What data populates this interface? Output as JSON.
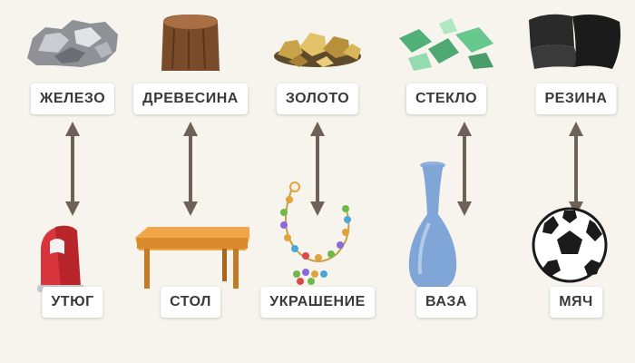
{
  "pairs": [
    {
      "material": "ЖЕЛЕЗО",
      "object": "УТЮГ",
      "material_icon": "iron-ore-icon",
      "object_icon": "clothes-iron-icon"
    },
    {
      "material": "ДРЕВЕСИНА",
      "object": "СТОЛ",
      "material_icon": "wood-log-icon",
      "object_icon": "table-icon"
    },
    {
      "material": "ЗОЛОТО",
      "object": "УКРАШЕНИЕ",
      "material_icon": "gold-nuggets-icon",
      "object_icon": "bead-necklace-icon"
    },
    {
      "material": "СТЕКЛО",
      "object": "ВАЗА",
      "material_icon": "glass-shards-icon",
      "object_icon": "vase-icon"
    },
    {
      "material": "РЕЗИНА",
      "object": "МЯЧ",
      "material_icon": "rubber-sheet-icon",
      "object_icon": "soccer-ball-icon"
    }
  ],
  "colors": {
    "background": "#f6f4ec",
    "label_bg": "#ffffff",
    "label_text": "#3a3a3a",
    "arrow": "#6e6158"
  }
}
